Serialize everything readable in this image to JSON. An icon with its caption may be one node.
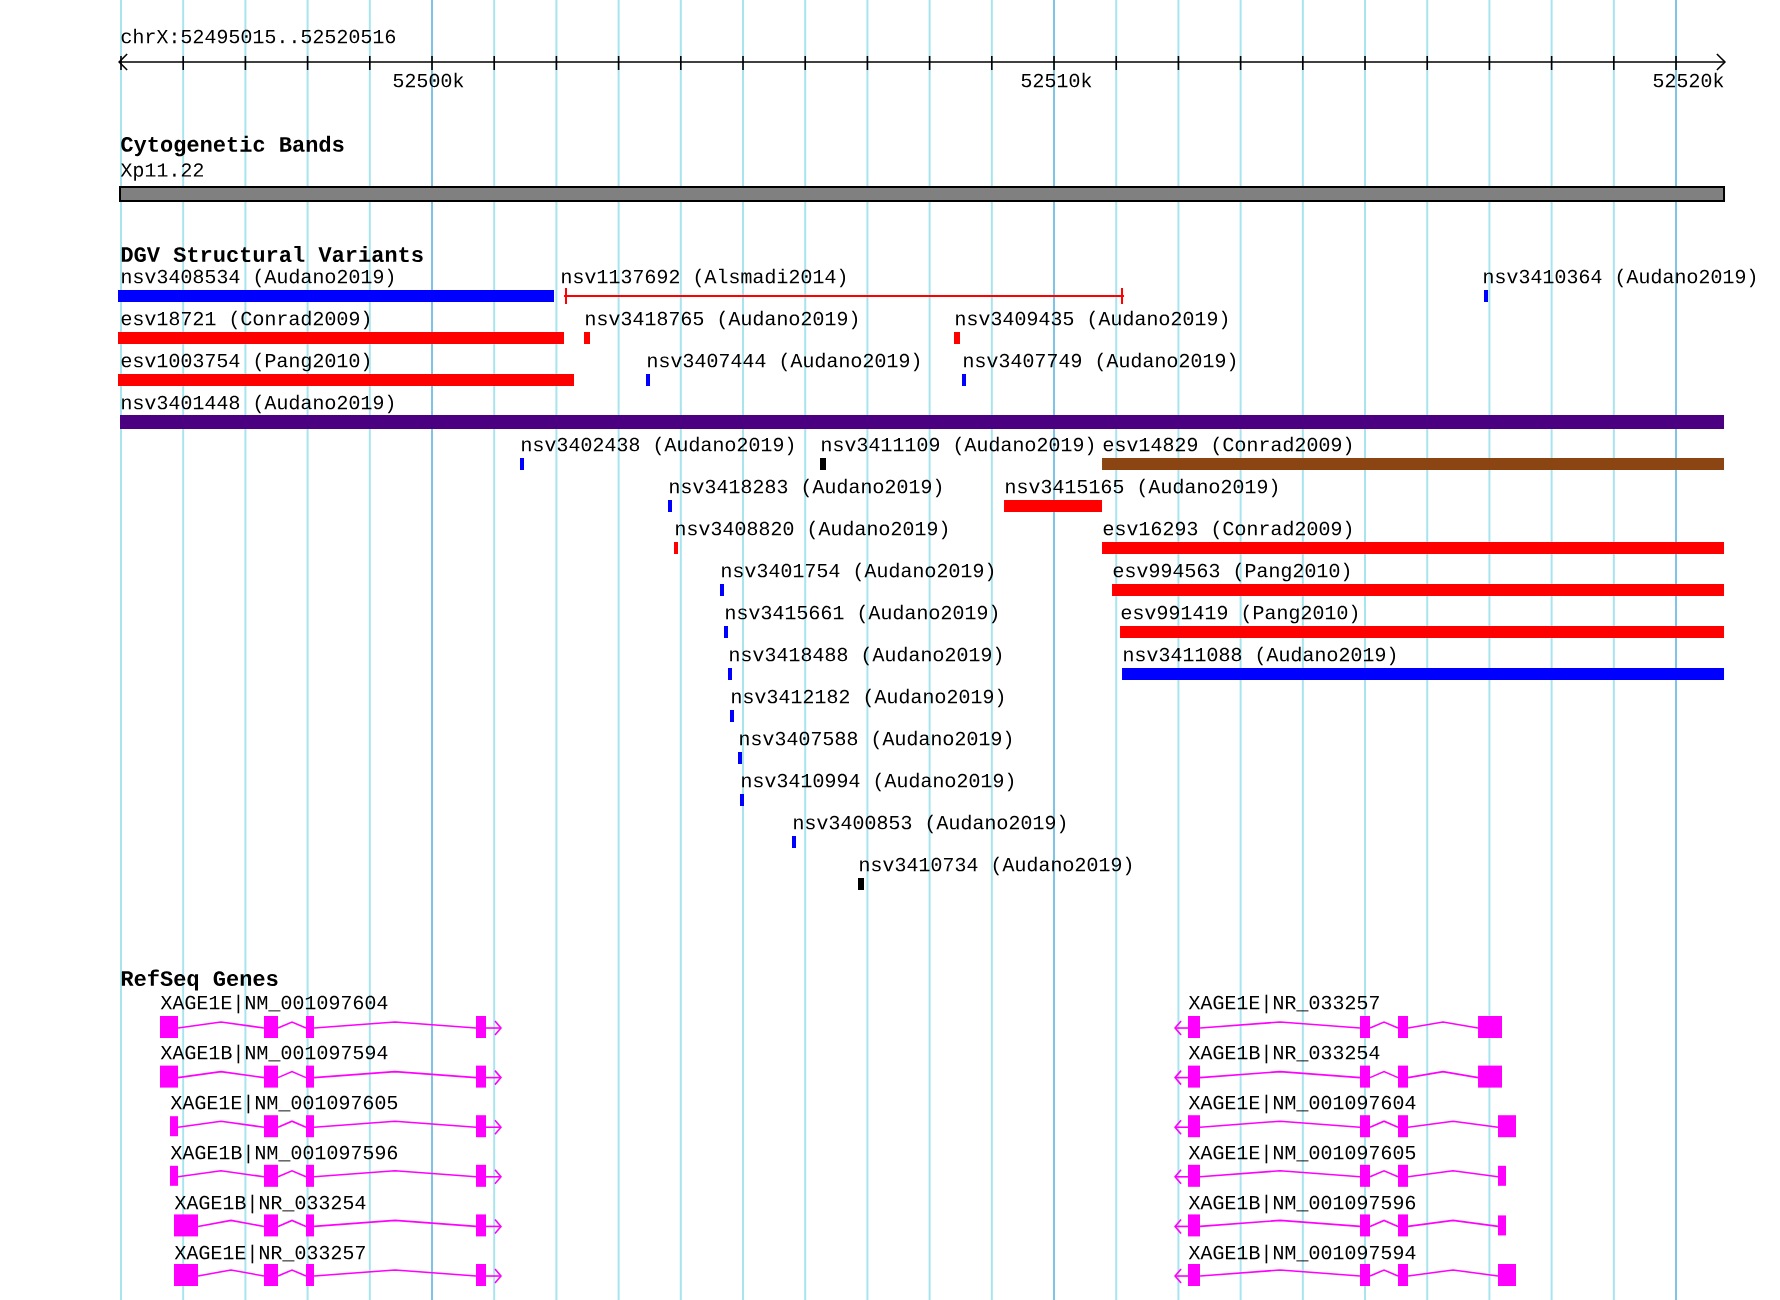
{
  "diagram": {
    "labels": [
      "chrX:52495015..52520516",
      "52500k",
      "52510k",
      "52520k",
      "Cytogenetic Bands",
      "Xp11.22",
      "DGV Structural Variants",
      "nsv3408534 (Audano2019)",
      "nsv1137692 (Alsmadi2014)",
      "nsv3410364 (Audano2019)",
      "esv18721 (Conrad2009)",
      "nsv3418765 (Audano2019)",
      "nsv3409435 (Audano2019)",
      "esv1003754 (Pang2010)",
      "nsv3407444 (Audano2019)",
      "nsv3407749 (Audano2019)",
      "nsv3401448 (Audano2019)",
      "nsv3402438 (Audano2019)",
      "nsv3411109 (Audano2019)",
      "esv14829 (Conrad2009)",
      "nsv3418283 (Audano2019)",
      "nsv3415165 (Audano2019)",
      "nsv3408820 (Audano2019)",
      "esv16293 (Conrad2009)",
      "nsv3401754 (Audano2019)",
      "esv994563 (Pang2010)",
      "nsv3415661 (Audano2019)",
      "esv991419 (Pang2010)",
      "nsv3418488 (Audano2019)",
      "nsv3411088 (Audano2019)",
      "nsv3412182 (Audano2019)",
      "nsv3407588 (Audano2019)",
      "nsv3410994 (Audano2019)",
      "nsv3400853 (Audano2019)",
      "nsv3410734 (Audano2019)",
      "RefSeq Genes",
      "XAGE1E|NM_001097604",
      "XAGE1E|NR_033257",
      "XAGE1B|NM_001097594",
      "XAGE1B|NR_033254",
      "XAGE1E|NM_001097605",
      "XAGE1E|NM_001097604",
      "XAGE1B|NM_001097596",
      "XAGE1E|NM_001097605",
      "XAGE1B|NR_033254",
      "XAGE1B|NM_001097596",
      "XAGE1E|NR_033257",
      "XAGE1B|NM_001097594"
    ]
  }
}
